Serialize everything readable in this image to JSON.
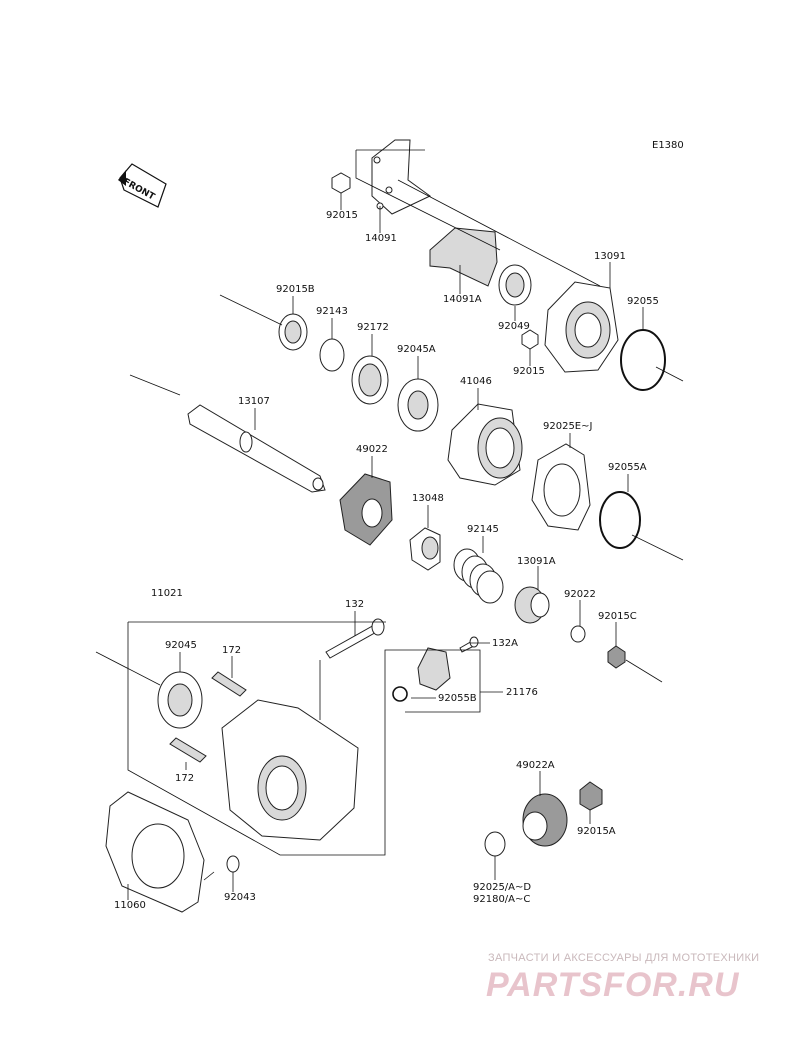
{
  "diagram_code": "E1380",
  "front_label": "FRONT",
  "watermark": {
    "tagline": "ЗАПЧАСТИ И АКСЕССУАРЫ ДЛЯ МОТОТЕХНИКИ",
    "brand": "PARTSFOR.RU"
  },
  "parts": {
    "p92015_top": "92015",
    "p14091": "14091",
    "p14091A": "14091A",
    "p13091": "13091",
    "p92049": "92049",
    "p92015_mid": "92015",
    "p92055": "92055",
    "p92015B": "92015B",
    "p92143": "92143",
    "p92172": "92172",
    "p92045A": "92045A",
    "p41046": "41046",
    "p13107": "13107",
    "p49022": "49022",
    "p92025EJ": "92025E~J",
    "p92055A": "92055A",
    "p13048": "13048",
    "p92145": "92145",
    "p13091A": "13091A",
    "p92022": "92022",
    "p92015C": "92015C",
    "p11021": "11021",
    "p132": "132",
    "p132A": "132A",
    "p92045": "92045",
    "p172_top": "172",
    "p21176": "21176",
    "p92055B": "92055B",
    "p172_bot": "172",
    "p49022A": "49022A",
    "p92015A": "92015A",
    "p11060": "11060",
    "p92043": "92043",
    "p92025AD": "92025/A~D",
    "p92180AC": "92180/A~C"
  }
}
